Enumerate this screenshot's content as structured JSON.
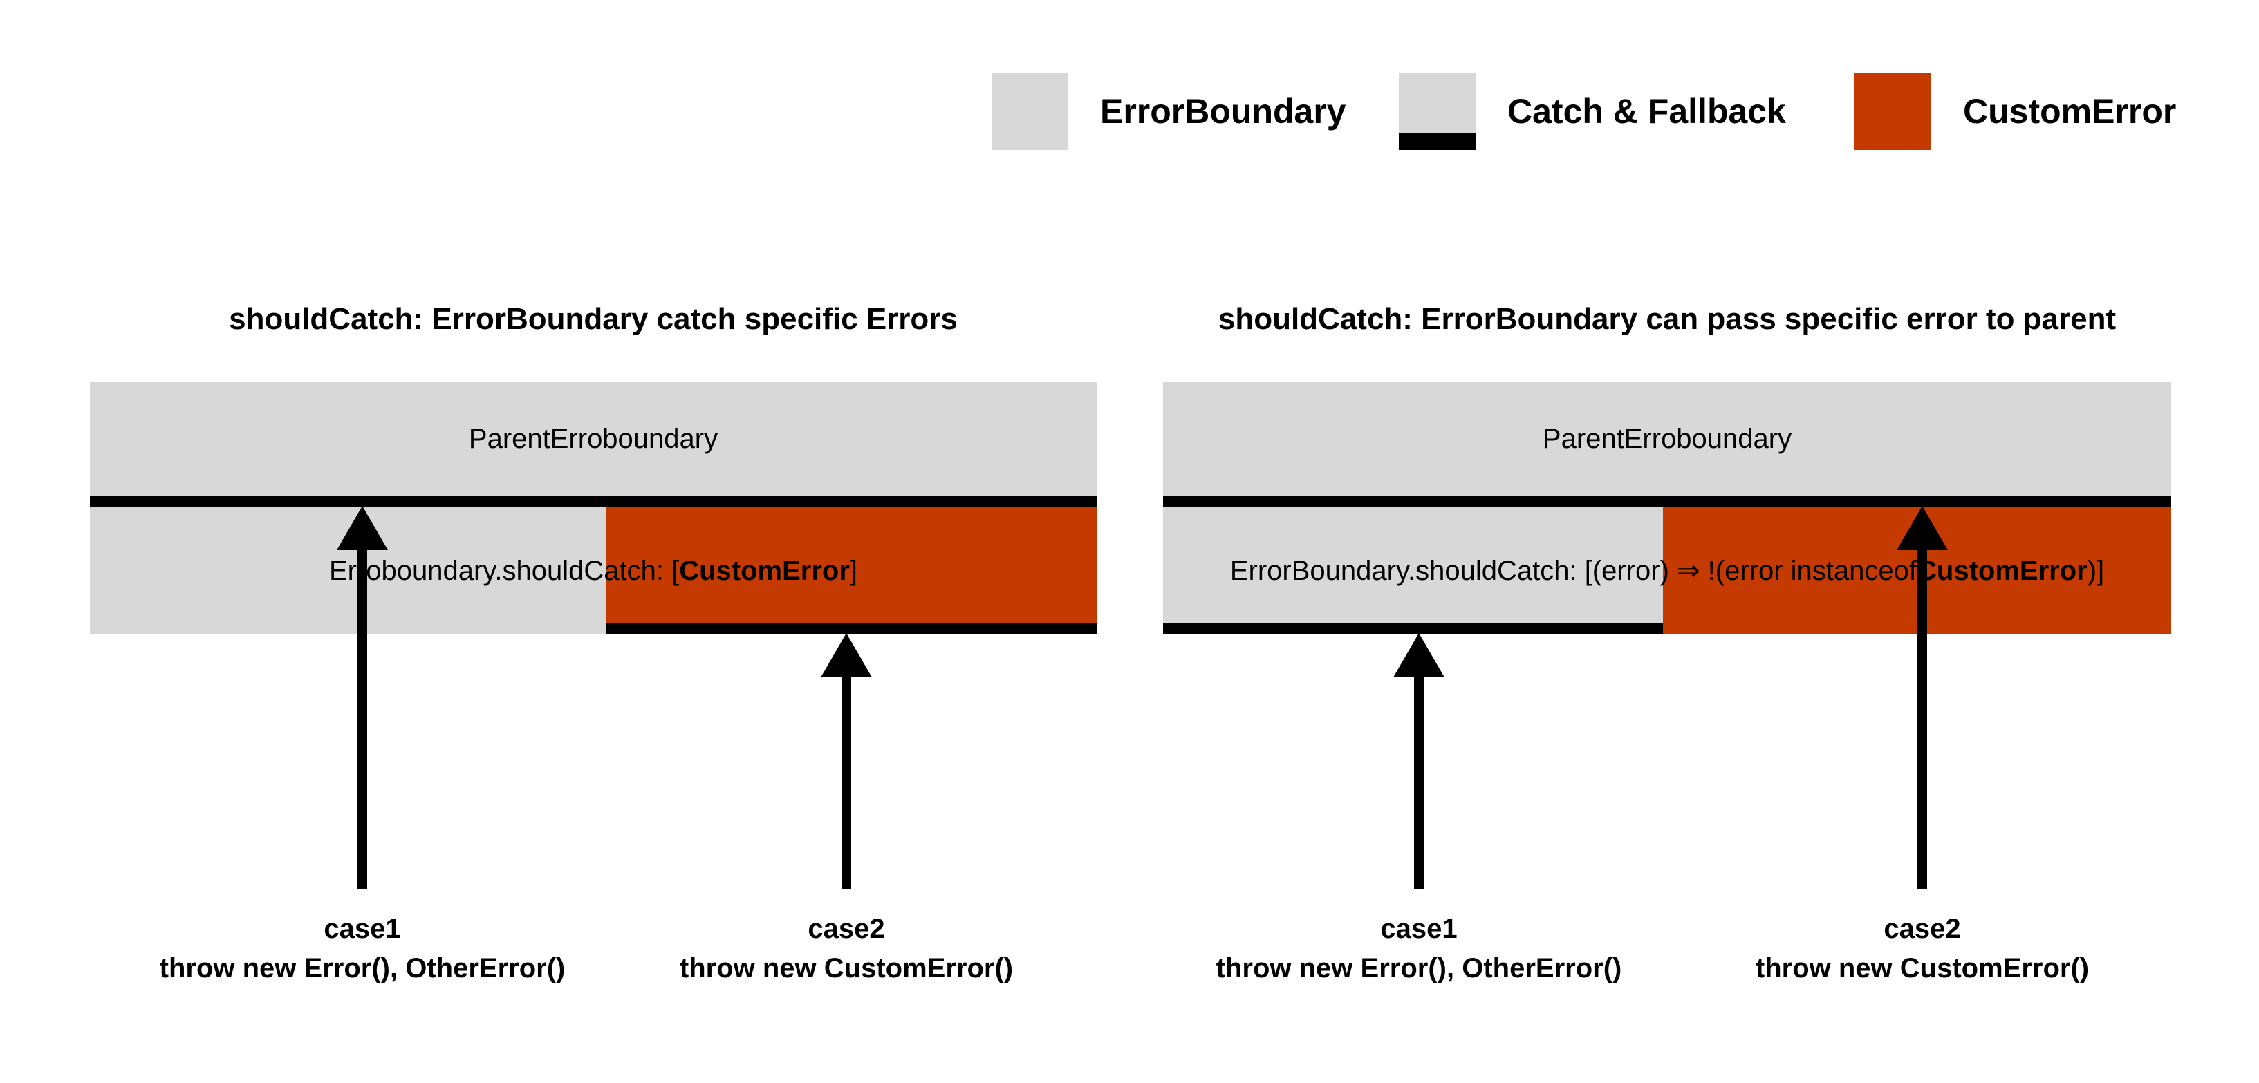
{
  "colors": {
    "gray": "#d8d8d8",
    "orange": "#c43a00",
    "black": "#000000",
    "white": "#ffffff"
  },
  "legend": {
    "items": [
      {
        "swatch": "errorboundary-swatch-gray",
        "label": "ErrorBoundary"
      },
      {
        "swatch": "catch-fallback-swatch-gray-black-bottom",
        "label": "Catch & Fallback"
      },
      {
        "swatch": "customerror-swatch-orange",
        "label": "CustomError"
      }
    ]
  },
  "diagrams": [
    {
      "title": "shouldCatch: ErrorBoundary catch specific Errors",
      "parent_label": "ParentErroboundary",
      "child_label": {
        "prefix": "Erroboundary.shouldCatch: [",
        "bold": "CustomError",
        "suffix": "]"
      },
      "cases": [
        {
          "name": "case1",
          "code": "throw new Error(), OtherError()"
        },
        {
          "name": "case2",
          "code": "throw new CustomError()"
        }
      ]
    },
    {
      "title": "shouldCatch: ErrorBoundary can pass specific error to parent",
      "parent_label": "ParentErroboundary",
      "child_label": {
        "prefix": "ErrorBoundary.shouldCatch: [(error) ⇒ !(error instanceof ",
        "bold": "CustomError",
        "suffix": ")]"
      },
      "cases": [
        {
          "name": "case1",
          "code": "throw new Error(), OtherError()"
        },
        {
          "name": "case2",
          "code": "throw new CustomError()"
        }
      ]
    }
  ]
}
